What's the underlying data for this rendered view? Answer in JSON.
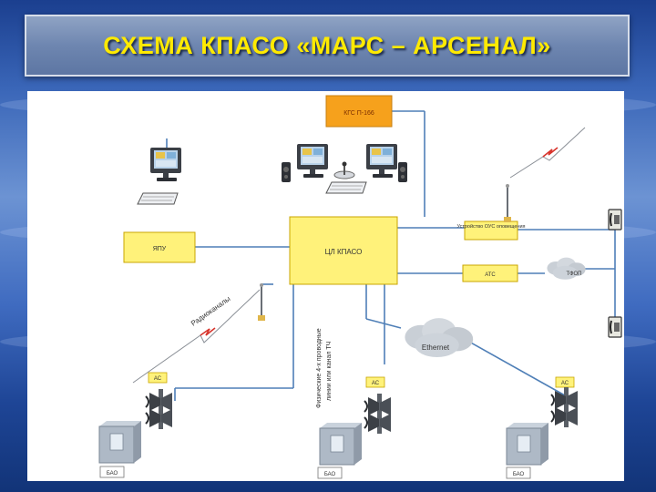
{
  "title": "СХЕМА КПАСО «МАРС – АРСЕНАЛ»",
  "colors": {
    "line": "#4f7fb7",
    "box_orange": "#f6a11c",
    "box_yellow": "#fff27a",
    "box_border": "#c8a500",
    "title_text": "#ffea00"
  },
  "nodes": {
    "kgs": "КГС П-166",
    "center": "ЦЛ КПАСО",
    "ypu": "ЯПУ",
    "oos": "Устройство ОУС оповещения",
    "ats": "АТС",
    "tfop": "ТФОП",
    "ethernet": "Ethernet",
    "radio_label": "Радиоканалы",
    "phys_label_1": "Физические 4-х проводные",
    "phys_label_2": "линии или канал ТЧ",
    "as_label": "АС",
    "bao_label": "БАО"
  }
}
